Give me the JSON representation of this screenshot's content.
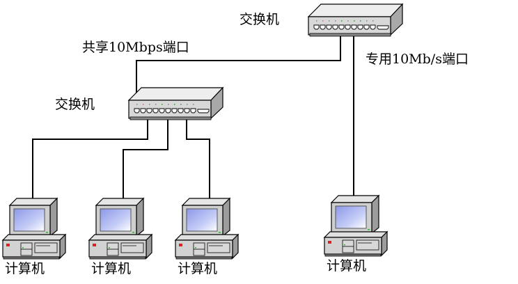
{
  "labels": {
    "top_switch": "交换机",
    "mid_switch": "交换机",
    "shared_port": "共享10Mbps端口",
    "dedicated_port": "专用10Mb/s端口",
    "computer_1": "计算机",
    "computer_2": "计算机",
    "computer_3": "计算机",
    "computer_4": "计算机"
  },
  "colors": {
    "wire": "#000000",
    "switch_body": "#d8d8d8",
    "switch_top": "#eeeeee",
    "switch_side": "#a8a8a8",
    "screen": "#a8b4f0",
    "led_red": "#e02020",
    "led_green": "#30b030"
  }
}
